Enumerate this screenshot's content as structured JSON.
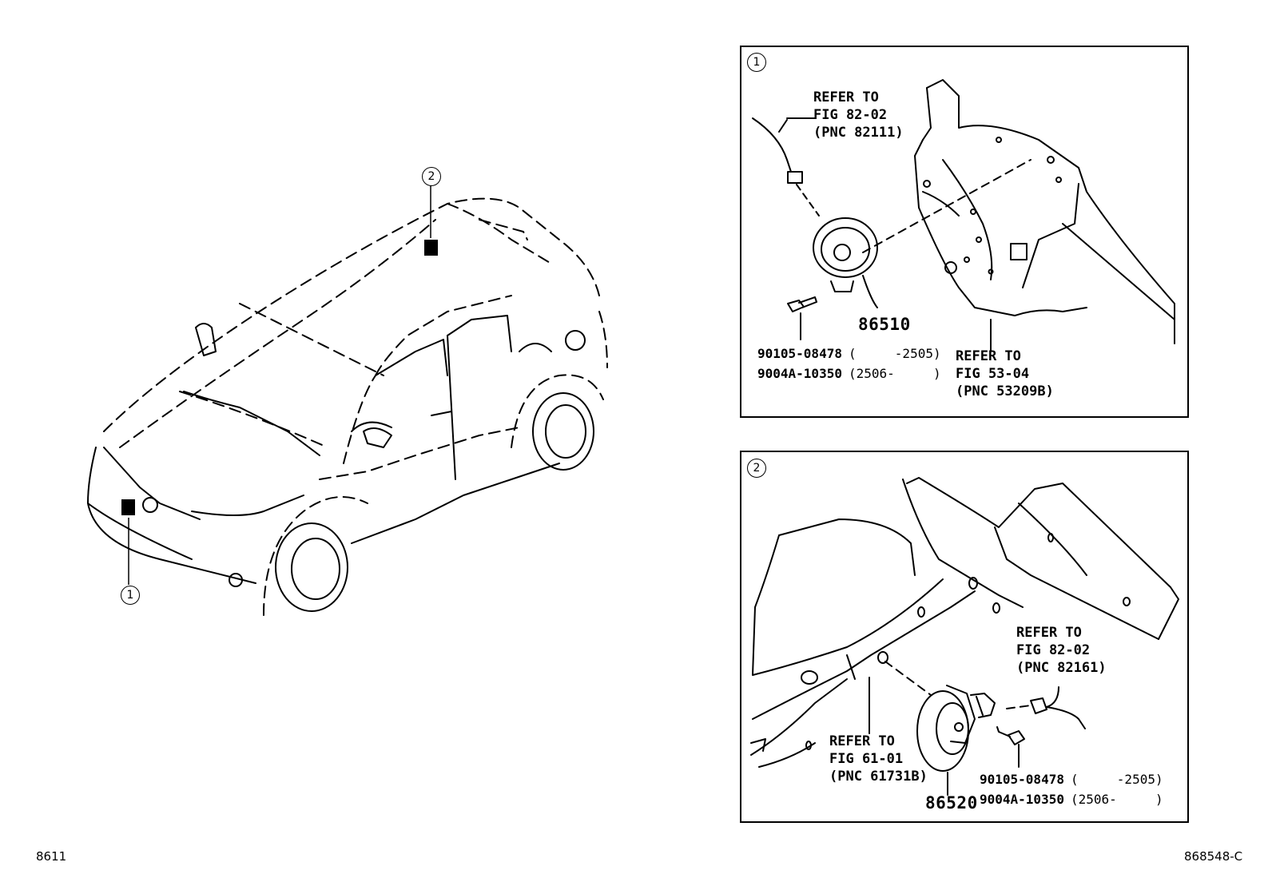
{
  "callouts": {
    "c1": "1",
    "c2": "2"
  },
  "panel1": {
    "marker": "1",
    "ref_wire": [
      "REFER TO",
      "FIG 82-02",
      "(PNC 82111)"
    ],
    "ref_body": [
      "REFER TO",
      "FIG 53-04",
      "(PNC 53209B)"
    ],
    "part": "86510",
    "bolt_a": "90105-08478",
    "bolt_a_range": "(     -2505)",
    "bolt_b": "9004A-10350",
    "bolt_b_range": "(2506-     )"
  },
  "panel2": {
    "marker": "2",
    "ref_wire": [
      "REFER TO",
      "FIG 82-02",
      "(PNC 82161)"
    ],
    "ref_body": [
      "REFER TO",
      "FIG 61-01",
      "(PNC 61731B)"
    ],
    "part": "86520",
    "bolt_a": "90105-08478",
    "bolt_a_range": "(     -2505)",
    "bolt_b": "9004A-10350",
    "bolt_b_range": "(2506-     )"
  },
  "footer": {
    "left": "8611",
    "right": "868548-C"
  }
}
